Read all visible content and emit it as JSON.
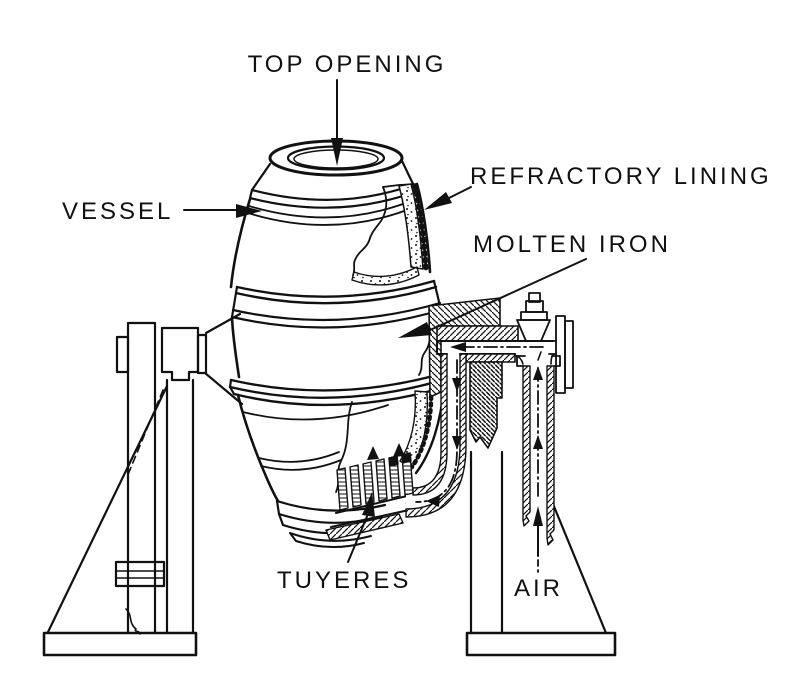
{
  "labels": {
    "top_opening": "TOP OPENING",
    "vessel": "VESSEL",
    "refractory_lining": "REFRACTORY LINING",
    "molten_iron": "MOLTEN IRON",
    "tuyeres": "TUYERES",
    "air": "AIR"
  },
  "colors": {
    "ink": "#111111",
    "paper": "#ffffff"
  }
}
